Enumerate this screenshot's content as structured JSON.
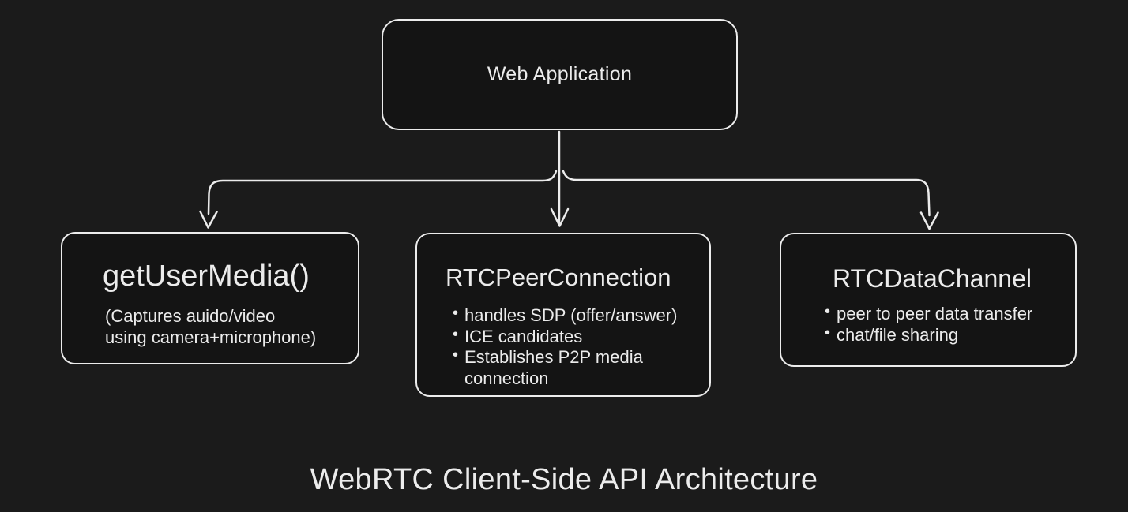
{
  "colors": {
    "background": "#1b1b1b",
    "node_fill": "#141414",
    "stroke": "#ececec",
    "text": "#ececec"
  },
  "glyphs": {
    "bullet": "•"
  },
  "caption": "WebRTC Client-Side API Architecture",
  "nodes": {
    "web_application": {
      "title": "Web Application"
    },
    "get_user_media": {
      "title": "getUserMedia()",
      "body_lines": [
        "(Captures auido/video",
        "using camera+microphone)"
      ]
    },
    "rtc_peer_connection": {
      "title": "RTCPeerConnection",
      "bullets": [
        "handles SDP (offer/answer)",
        "ICE candidates",
        "Establishes P2P media connection"
      ]
    },
    "rtc_data_channel": {
      "title": "RTCDataChannel",
      "bullets": [
        "peer to peer data transfer",
        "chat/file sharing"
      ]
    }
  },
  "connectors": [
    {
      "from": "Web Application",
      "to": "getUserMedia()"
    },
    {
      "from": "Web Application",
      "to": "RTCPeerConnection"
    },
    {
      "from": "Web Application",
      "to": "RTCDataChannel"
    }
  ]
}
